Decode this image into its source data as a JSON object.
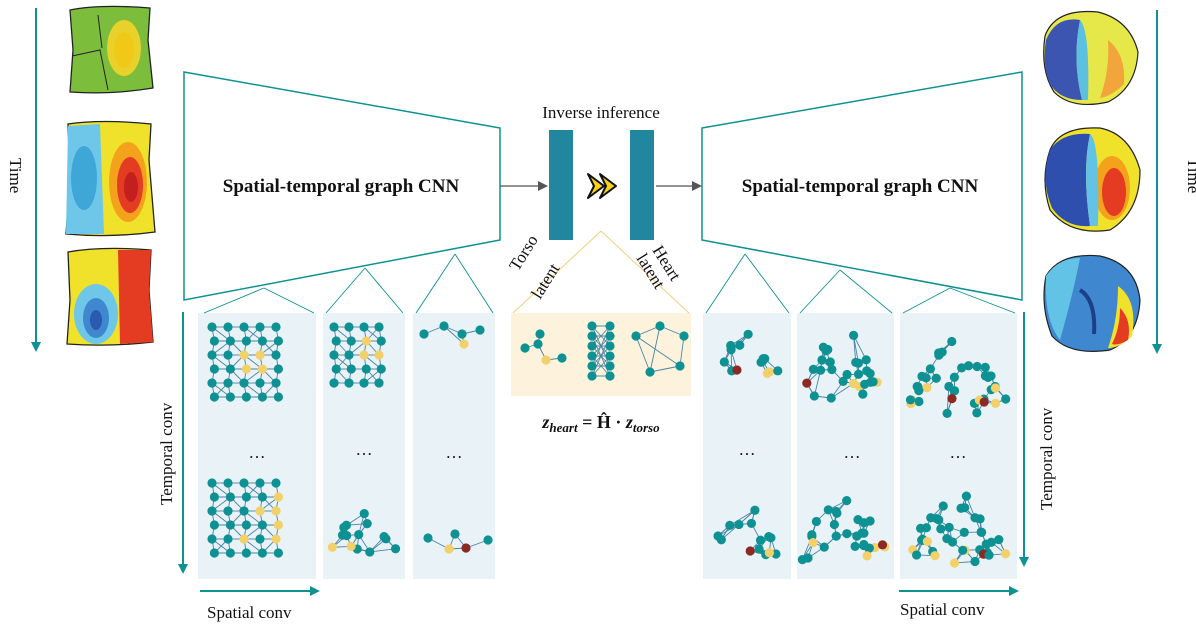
{
  "labels": {
    "time_left": "Time",
    "time_right": "Time",
    "encoder": "Spatial-temporal graph CNN",
    "decoder": "Spatial-temporal graph CNN",
    "inverse_inference": "Inverse inference",
    "torso_latent_1": "Torso",
    "torso_latent_2": "latent",
    "heart_latent_1": "Heart",
    "heart_latent_2": "latent",
    "temporal_conv_left": "Temporal conv",
    "temporal_conv_right": "Temporal conv",
    "spatial_conv_left": "Spatial conv",
    "spatial_conv_right": "Spatial conv",
    "ellipsis": "…"
  },
  "equation": {
    "z": "z",
    "heart_sub": "heart",
    "equals": " = ",
    "H": "Ĥ",
    "dot": " · ",
    "z2": "z",
    "torso_sub": "torso"
  },
  "colors": {
    "teal": "#0e9192",
    "panel": "#e9f2f6",
    "latent_panel": "#fdf3dc",
    "node_teal": "#0e9192",
    "node_yellow": "#f2d16b",
    "node_red": "#8b2a22",
    "arrow_yellow": "#f8d21a",
    "edge": "#4a84a8"
  }
}
